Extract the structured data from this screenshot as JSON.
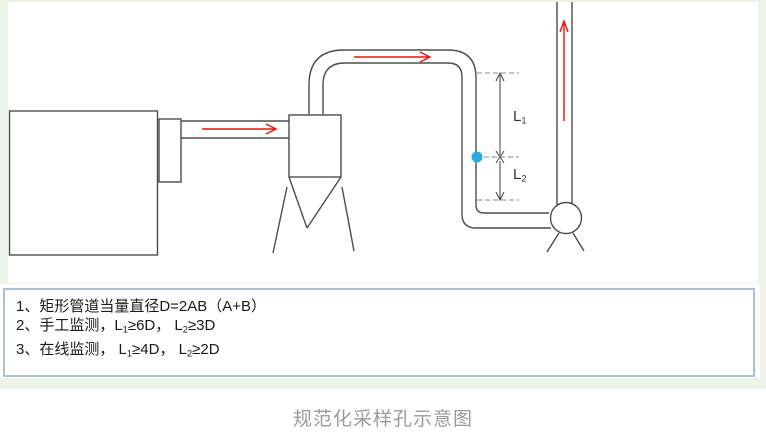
{
  "colors": {
    "background_green": "#edf3e7",
    "panel_white": "#ffffff",
    "pipe_stroke": "#4d4d4d",
    "arrow_red": "#ee1111",
    "sampling_dot_blue": "#29abe2",
    "dash_gray": "#8a8a8a",
    "dimension_gray": "#4d4d4d",
    "notes_border": "#aec1d2",
    "notes_text": "#1a1a1a",
    "caption_gray": "#9b9b9b"
  },
  "diagram": {
    "l1": {
      "segments": [
        {
          "t": "L"
        },
        {
          "t": "1",
          "sub": true
        }
      ]
    },
    "l2": {
      "segments": [
        {
          "t": "L"
        },
        {
          "t": "2",
          "sub": true
        }
      ]
    }
  },
  "notes": {
    "lines": [
      {
        "segments": [
          {
            "t": "1、矩形管道当量直径D=2AB（A+B）"
          }
        ]
      },
      {
        "segments": [
          {
            "t": "2、手工监测，L"
          },
          {
            "t": "1",
            "sub": true
          },
          {
            "t": "≥6D， L"
          },
          {
            "t": "2",
            "sub": true
          },
          {
            "t": "≥3D"
          }
        ]
      },
      {
        "segments": [
          {
            "t": "3、在线监测， L"
          },
          {
            "t": "1",
            "sub": true
          },
          {
            "t": "≥4D， L"
          },
          {
            "t": "2",
            "sub": true
          },
          {
            "t": "≥2D"
          }
        ]
      }
    ]
  },
  "caption": "规范化采样孔示意图"
}
